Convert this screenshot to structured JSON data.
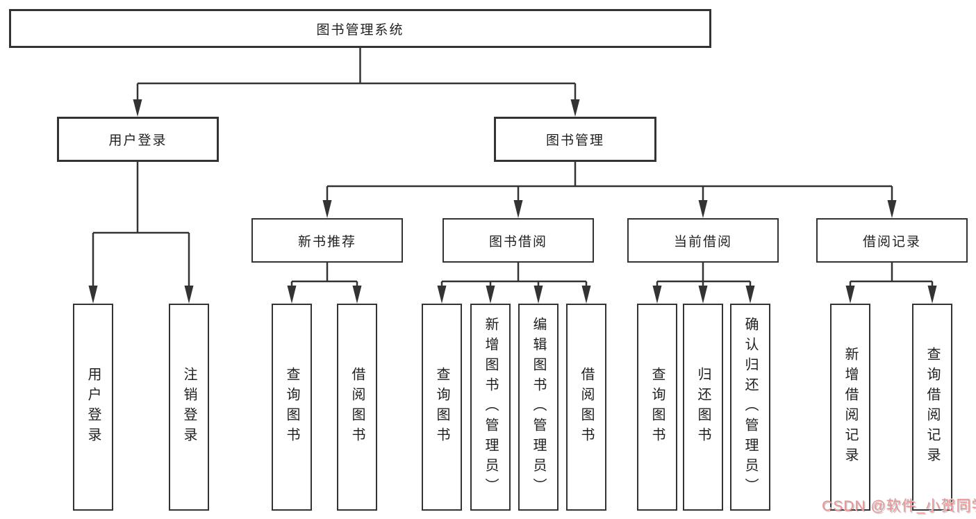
{
  "nodes": {
    "root": "图书管理系统",
    "level2": [
      "用户登录",
      "图书管理"
    ],
    "level3": [
      "新书推荐",
      "图书借阅",
      "当前借阅",
      "借阅记录"
    ],
    "leaves_user_login": [
      "用户登录",
      "注销登录"
    ],
    "leaves_new_books": [
      "查询图书",
      "借阅图书"
    ],
    "leaves_book_borrowing": [
      "查询图书",
      "新增图书（管理员）",
      "编辑图书（管理员）",
      "借阅图书"
    ],
    "leaves_current_borrowing": [
      "查询图书",
      "归还图书",
      "确认归还（管理员）"
    ],
    "leaves_borrow_records": [
      "新增借阅记录",
      "查询借阅记录"
    ]
  },
  "watermark": {
    "text": "CSDN @软件_小贺同学",
    "color": "#EB9494"
  },
  "colors": {
    "line": "#333333",
    "box_border": "#333333",
    "text": "#1F1F1F",
    "background": "#FFFFFF"
  }
}
